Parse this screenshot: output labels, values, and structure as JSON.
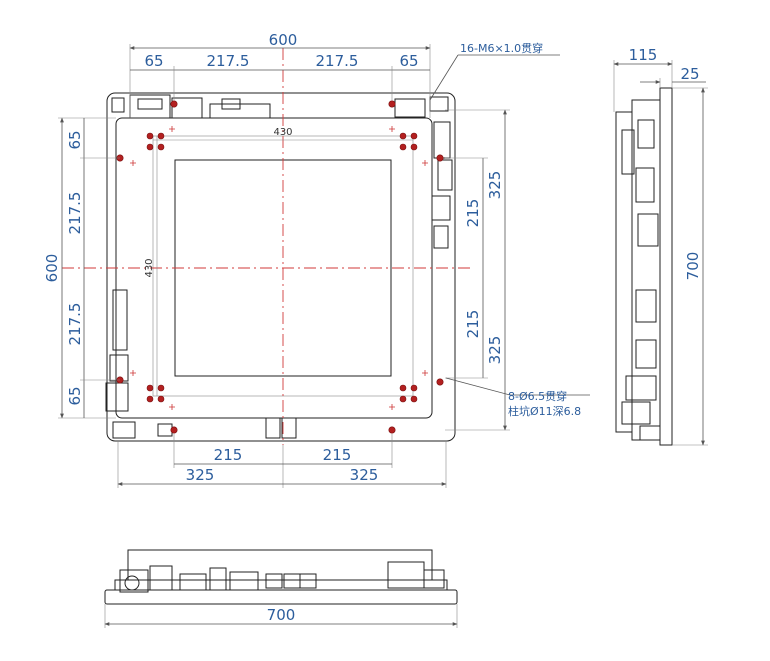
{
  "front_view": {
    "top_dims": {
      "overall": "600",
      "left_65": "65",
      "left_217": "217.5",
      "right_217": "217.5",
      "right_65": "65"
    },
    "left_dims": {
      "top_65": "65",
      "upper_217": "217.5",
      "overall": "600",
      "lower_217": "217.5",
      "bottom_65": "65"
    },
    "right_dims": {
      "upper_325": "325",
      "upper_215": "215",
      "lower_215": "215",
      "lower_325": "325"
    },
    "bottom_dims": {
      "left_215": "215",
      "right_215": "215",
      "left_325": "325",
      "right_325": "325"
    },
    "inner_width": "430",
    "inner_height": "430",
    "thread_note": "16-M6×1.0贯穿",
    "hole_note_line1": "8-Ø6.5贯穿",
    "hole_note_line2": "柱坑Ø11深6.8"
  },
  "side_view": {
    "depth": "115",
    "flange": "25",
    "height": "700"
  },
  "bottom_view": {
    "width": "700"
  }
}
